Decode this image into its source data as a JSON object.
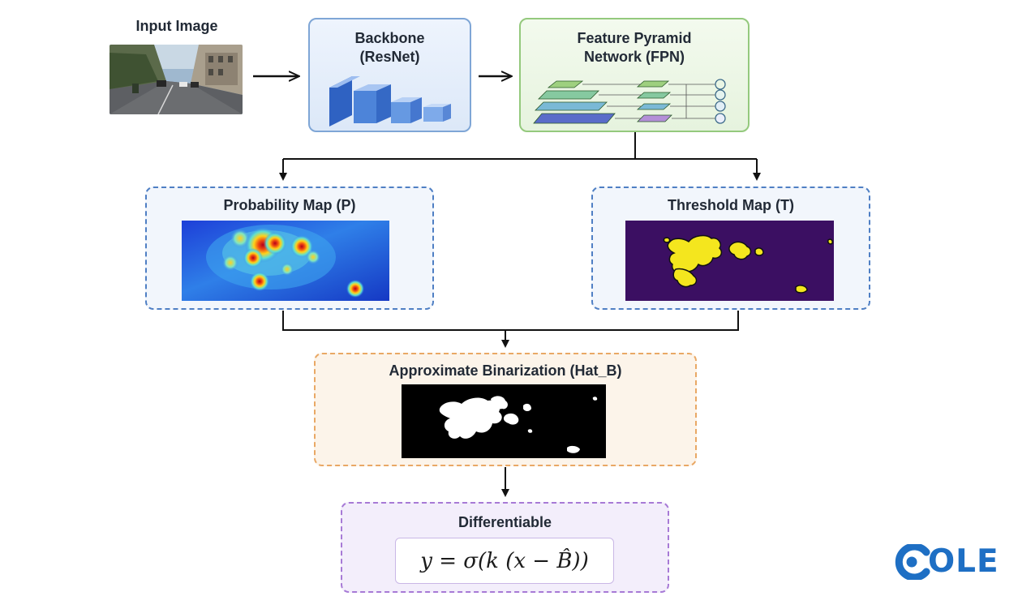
{
  "input": {
    "label": "Input Image"
  },
  "backbone": {
    "title_line1": "Backbone",
    "title_line2": "(ResNet)"
  },
  "fpn": {
    "title_line1": "Feature Pyramid",
    "title_line2": "Network (FPN)"
  },
  "probability_map": {
    "title": "Probability Map (P)"
  },
  "threshold_map": {
    "title": "Threshold Map (T)"
  },
  "binarization": {
    "title": "Approximate Binarization (Hat_B)"
  },
  "differentiable": {
    "title": "Differentiable",
    "formula": "y = σ(k (x − B̂))"
  },
  "logo": {
    "text": "OLE",
    "full": "COLE"
  },
  "colors": {
    "backbone_border": "#7fa6d6",
    "fpn_border": "#94c97d",
    "map_border": "#4f7fc4",
    "binarization_border": "#e9a865",
    "differentiable_border": "#a77ad6",
    "logo": "#1e6fc4"
  }
}
